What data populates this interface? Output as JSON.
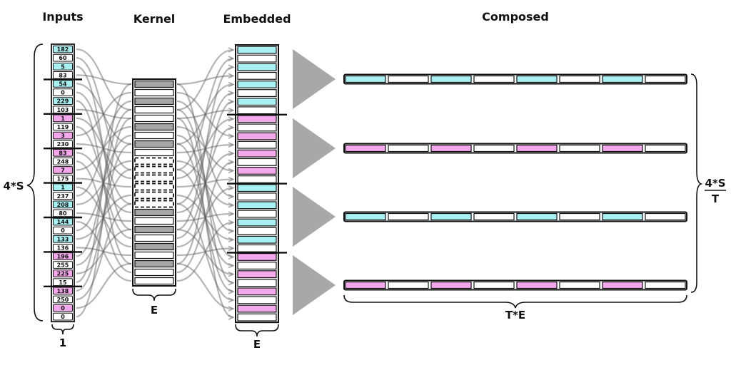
{
  "headers": {
    "inputs": "Inputs",
    "kernel": "Kernel",
    "embedded": "Embedded",
    "composed": "Composed"
  },
  "dimensions": {
    "inputs_width": "1",
    "inputs_height": "4*S",
    "kernel_width": "E",
    "embedded_width": "E",
    "composed_width": "T*E",
    "composed_height_num": "4*S",
    "composed_height_den": "T"
  },
  "inputs": {
    "values": [
      "182",
      "60",
      "5",
      "83",
      "54",
      "0",
      "229",
      "103",
      "1",
      "119",
      "3",
      "230",
      "83",
      "248",
      "7",
      "175",
      "1",
      "237",
      "208",
      "80",
      "144",
      "0",
      "133",
      "136",
      "196",
      "255",
      "225",
      "15",
      "138",
      "250",
      "0",
      "0"
    ],
    "highlight": [
      "cyan",
      "none",
      "cyan",
      "none",
      "cyan",
      "none",
      "cyan",
      "none",
      "pink",
      "none",
      "pink",
      "none",
      "pink",
      "none",
      "pink",
      "none",
      "cyan",
      "none",
      "cyan",
      "none",
      "cyan",
      "none",
      "cyan",
      "none",
      "pink",
      "none",
      "pink",
      "none",
      "pink",
      "none",
      "pink",
      "none"
    ]
  },
  "kernel": {
    "rows": [
      "gray",
      "white",
      "gray",
      "white",
      "white",
      "gray",
      "white",
      "gray",
      "white",
      "dashed",
      "dashed",
      "dashed",
      "dashed",
      "dashed",
      "dashed",
      "gray",
      "white",
      "gray",
      "white",
      "gray",
      "white",
      "gray",
      "white",
      "white"
    ]
  },
  "colors": {
    "cyan": "#a8f0f2",
    "pink": "#f3a8ec",
    "gray": "#a6a6a6",
    "arrow": "#a8a8a8",
    "outline": "#111111"
  }
}
